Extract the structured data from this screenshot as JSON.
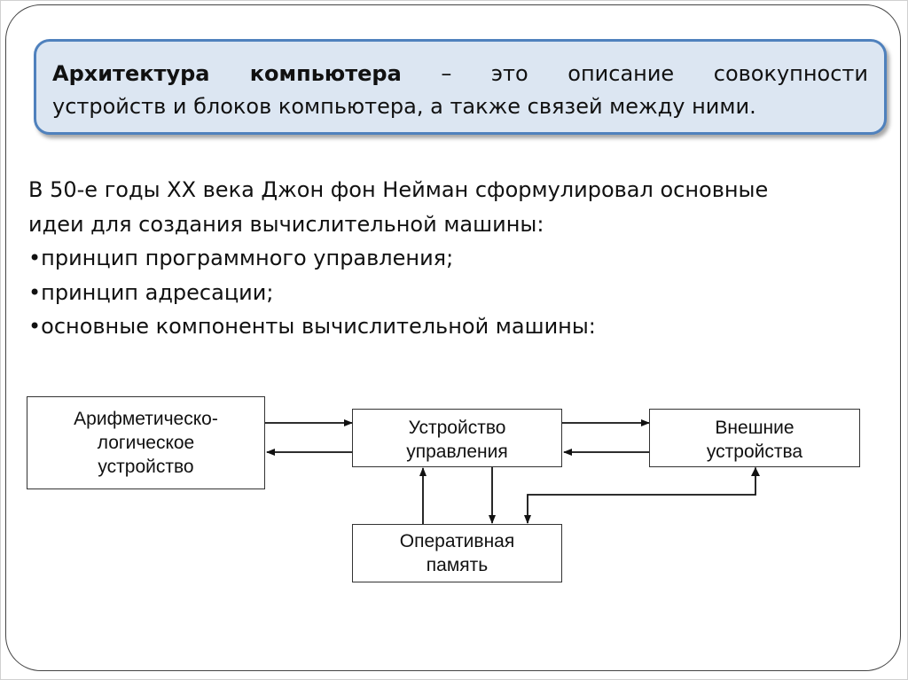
{
  "definition": {
    "term": "Архитектура компьютера",
    "line1_rest": " – это описание совокупности",
    "line2": "устройств и блоков компьютера, а также связей между ними."
  },
  "intro": {
    "line1": "В 50-е годы XX века Джон фон Нейман сформулировал основные",
    "line2": "идеи для создания вычислительной машины:",
    "bullets": [
      "•принцип программного управления;",
      "•принцип адресации;",
      "•основные компоненты вычислительной машины:"
    ]
  },
  "diagram": {
    "nodes": {
      "alu": [
        "Арифметическо-",
        "логическое",
        "устройство"
      ],
      "control": [
        "Устройство",
        "управления"
      ],
      "external": [
        "Внешние",
        "устройства"
      ],
      "ram": [
        "Оперативная",
        "память"
      ]
    },
    "connections": [
      {
        "from": "alu",
        "to": "control"
      },
      {
        "from": "control",
        "to": "alu"
      },
      {
        "from": "control",
        "to": "external"
      },
      {
        "from": "external",
        "to": "control"
      },
      {
        "from": "control",
        "to": "ram"
      },
      {
        "from": "ram",
        "to": "control"
      },
      {
        "from": "external",
        "to": "ram",
        "bidirectional": true
      }
    ]
  }
}
